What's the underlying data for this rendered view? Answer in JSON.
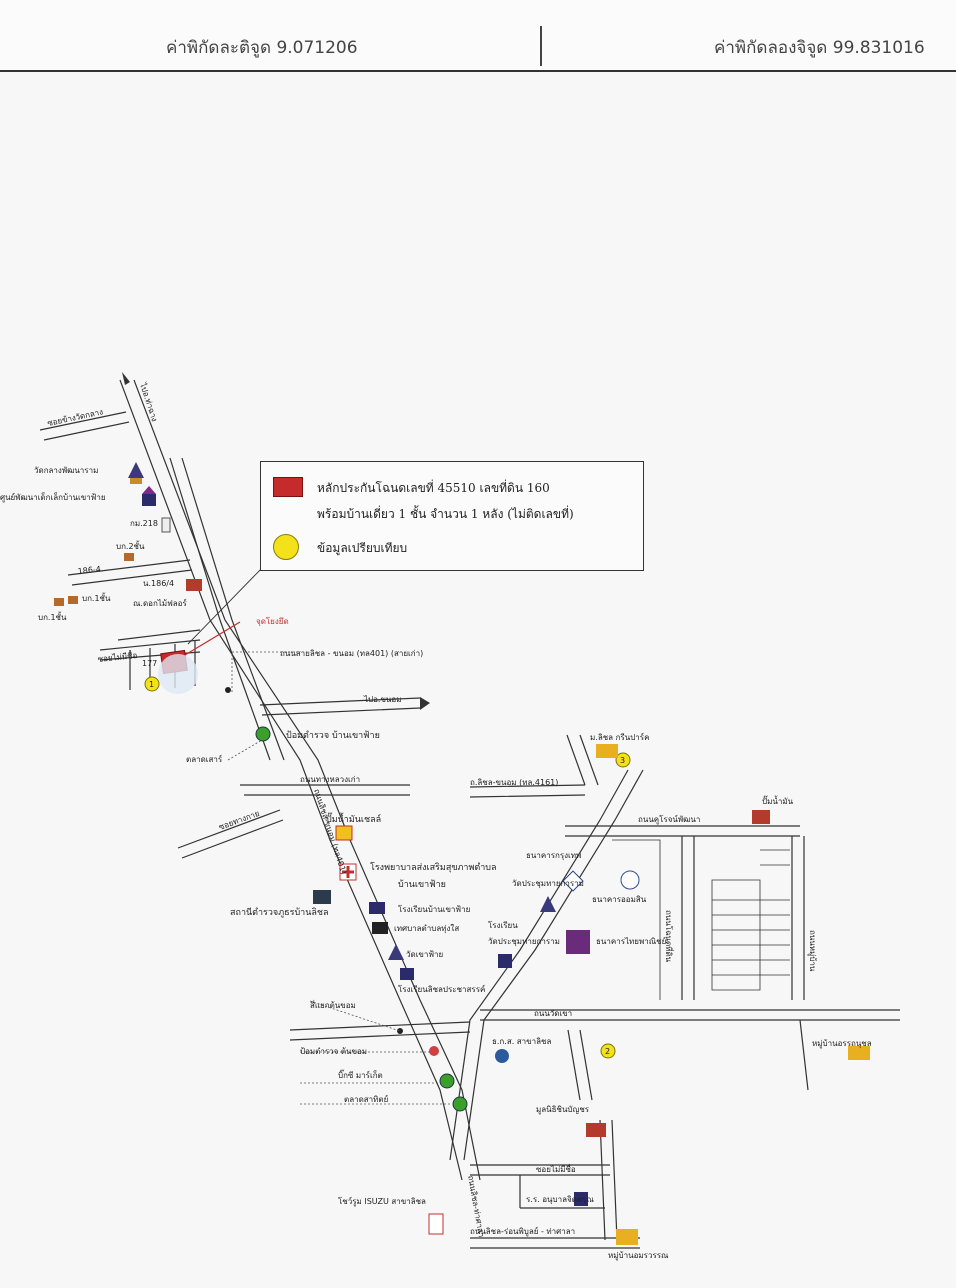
{
  "header": {
    "latitude_text": "ค่าพิกัดละติจูด 9.071206",
    "longitude_text": "ค่าพิกัดลองจิจูด 99.831016"
  },
  "legend": {
    "collateral_line1": "หลักประกันโฉนดเลขที่ 45510 เลขที่ดิน 160",
    "collateral_line2": "พร้อมบ้านเดี่ยว 1 ชั้น จำนวน 1 หลัง (ไม่ติดเลขที่)",
    "comparison": "ข้อมูลเปรียบเทียบ",
    "colors": {
      "collateral": "#c62b2b",
      "comparison": "#f3e21a"
    }
  },
  "map_labels": {
    "soi_wat": "ซอยข้างวัดกลาง",
    "to_thasan": "ไปอ.ท่าฉาง",
    "wat_klang": "วัดกลางพัฒนาราม",
    "center": "ศูนย์พัฒนาเด็กเล็กบ้านเขาฟ้าย",
    "km218": "กม.218",
    "bk2": "บก.2ชั้น",
    "n1864a": "186-4",
    "n1864b": "น.186/4",
    "bk1a": "บก.1ชั้น",
    "bk1b": "บก.1ชั้น",
    "flower": "ณ.ดอกไม้ฟลอร์",
    "jud": "จุดโยงยึด",
    "soi_left": "ซอยไม่มีชื่อ",
    "n175": "177",
    "road401": "ถนนสายลิชล - ขนอม (ทล401) (สายเก่า)",
    "to_khanom": "ไปอ.ขนอม",
    "police": "ป้อมตำรวจ บ้านเขาฟ้าย",
    "market": "ตลาดเสาร์",
    "highway_road": "ถนนทางหลวงเก่า",
    "soi_lower": "ซอยทางกาย",
    "road_vertical": "ถนนลิชล-ขนอม (ทล401)",
    "shell": "ปั๊มน้ำมันเชลล์",
    "hospital1": "โรงพยาบาลส่งเสริมสุขภาพตำบล",
    "hospital2": "บ้านเขาฟ้าย",
    "station": "สถานีตำรวจภูธรบ้านลิชล",
    "school1": "โรงเรียนบ้านเขาฟ้าย",
    "municipal": "เทศบาลตำบลทุ่งใส",
    "wat_kheo": "วัดเขาฟ้าย",
    "school2": "โรงเรียนลิชลประชาสรรค์",
    "junction": "สี่แยกต้นขอม",
    "police2": "ป้อมตำรวจ ต้นขอม",
    "bigc": "บิ๊กซี มาร์เก็ต",
    "market2": "ตลาดสาทิตย์",
    "isuzu": "โชว์รูม ISUZU สาขาลิชล",
    "road_bottom": "ถนนลิชล-ร่อนพิบูลย์ - ท่าศาลา",
    "village_south": "หมู่บ้านอมรวรรณ",
    "green_park": "ม.ลิชล กรีนปาร์ค",
    "road4161": "ถ.ลิชล-ขนอม (ทล.4161)",
    "soi_kuay": "ถนนคูโรจน์พัฒนา",
    "pump2": "ปั๊มน้ำมัน",
    "bank_krungthep": "ธนาคารกรุงเทพ",
    "wat_prachum": "วัดประชุมทายการาม",
    "bank_omsin": "ธนาคารออมสิน",
    "school_wat1": "โรงเรียน",
    "school_wat2": "วัดประชุมทายการาม",
    "bank_scb": "ธนาคารไทยพาณิชย์",
    "soi_nameless": "ถนนโฉนดที่ดิน",
    "road_right": "ถนนวัดเขา",
    "baac": "ธ.ก.ส. สาขาลิชล",
    "village_east": "หมู่บ้านอรรถนุชล",
    "foundation": "มูลนิธิชินบัญชร",
    "soi_bottom": "ซอยไม่มีชื่อ",
    "kinder": "ร.ร. อนุบาลจิตตรุณ",
    "road_tha": "ถนนลิชล-ท่าศาลา",
    "right_vertical": "ถนนหมู่บ้าน",
    "n1": "1",
    "n2": "2",
    "n3": "3"
  }
}
